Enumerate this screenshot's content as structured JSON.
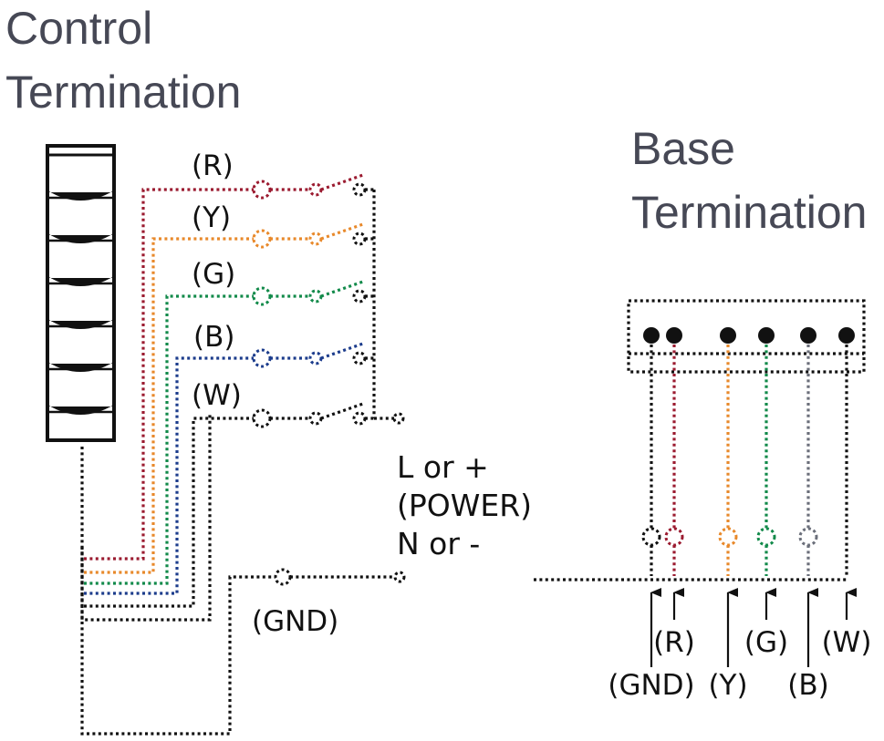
{
  "titles": {
    "control": [
      "Control",
      "Termination"
    ],
    "base": [
      "Base",
      "Termination"
    ]
  },
  "colors": {
    "R": "#9b1b30",
    "Y": "#e8892b",
    "G": "#128a4a",
    "B": "#1c3c8c",
    "W": "#111111",
    "GND": "#111111",
    "base_B": "#6b6f7a"
  },
  "control_wires": [
    {
      "key": "R",
      "label": "(R)"
    },
    {
      "key": "Y",
      "label": "(Y)"
    },
    {
      "key": "G",
      "label": "(G)"
    },
    {
      "key": "B",
      "label": "(B)"
    },
    {
      "key": "W",
      "label": "(W)"
    }
  ],
  "gnd_label": "(GND)",
  "power_label": [
    "L or +",
    "(POWER)",
    "N or -"
  ],
  "base_terminals": [
    {
      "key": "GND",
      "label": "(GND)",
      "row": "lower"
    },
    {
      "key": "R",
      "label": "(R)",
      "row": "upper"
    },
    {
      "key": "Y",
      "label": "(Y)",
      "row": "lower"
    },
    {
      "key": "G",
      "label": "(G)",
      "row": "upper"
    },
    {
      "key": "B",
      "label": "(B)",
      "row": "lower"
    },
    {
      "key": "W",
      "label": "(W)",
      "row": "upper"
    }
  ]
}
